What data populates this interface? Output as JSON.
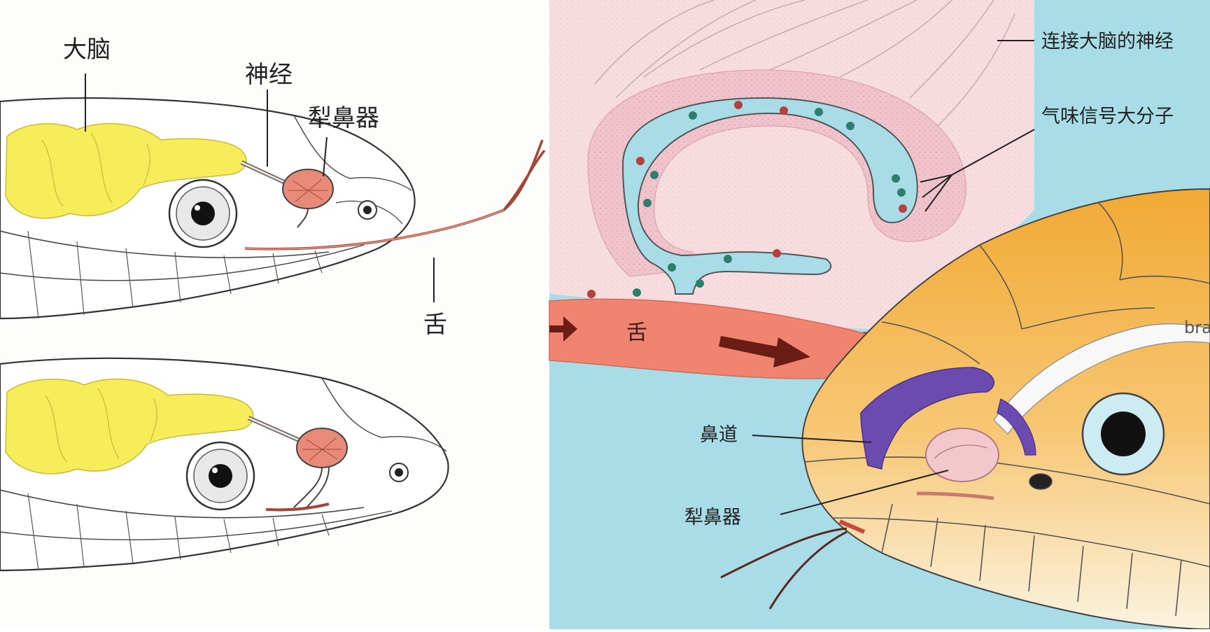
{
  "left_panel": {
    "labels": {
      "brain": "大脑",
      "nerve": "神经",
      "vomeronasal_organ": "犁鼻器",
      "tongue": "舌"
    }
  },
  "right_panel": {
    "labels": {
      "nerves_to_brain": "连接大脑的神经",
      "odor_molecules": "气味信号大分子",
      "tongue": "舌",
      "nasal_passage": "鼻道",
      "vomeronasal_organ": "犁鼻器",
      "brain_partial": "bra"
    }
  },
  "colors": {
    "brain_yellow": "#f7ec5a",
    "organ_salmon": "#e88a78",
    "tongue_red": "#f08470",
    "right_bg_cyan": "#a8dde7",
    "right_bg_pink": "#f7dde0",
    "head_orange": "#f2a935",
    "nerve_purple": "#6b4bb0"
  }
}
